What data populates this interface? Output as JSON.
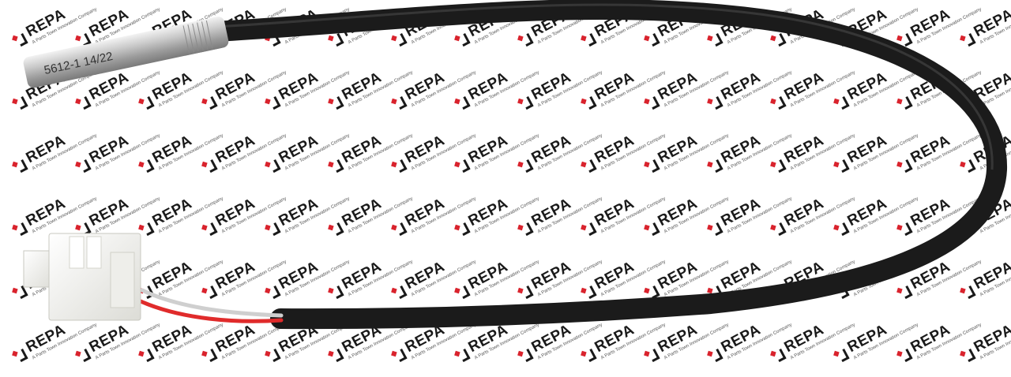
{
  "watermark": {
    "brand": "REPA",
    "tagline": "A Parts Town Innovation Company",
    "brand_color": "#d9232d",
    "text_color": "#1a1a1a"
  },
  "product": {
    "sensor_label": "5612-1  14/22",
    "cable_color": "#1b1b1b",
    "wire_colors": [
      "#e02b2b",
      "#cfcfcf"
    ],
    "connector_color": "#f4f4f0"
  }
}
